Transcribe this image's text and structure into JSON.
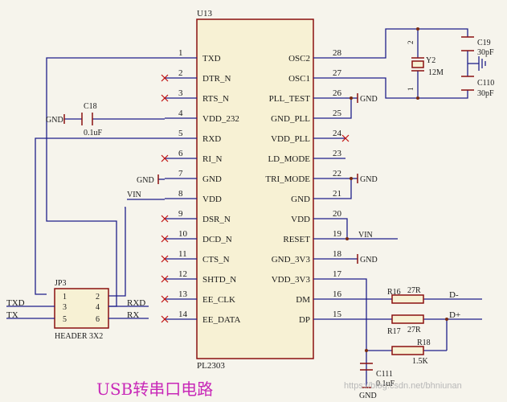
{
  "chip": {
    "ref": "U13",
    "part": "PL2303",
    "left_pins": [
      {
        "num": "1",
        "name": "TXD"
      },
      {
        "num": "2",
        "name": "DTR_N"
      },
      {
        "num": "3",
        "name": "RTS_N"
      },
      {
        "num": "4",
        "name": "VDD_232"
      },
      {
        "num": "5",
        "name": "RXD"
      },
      {
        "num": "6",
        "name": "RI_N"
      },
      {
        "num": "7",
        "name": "GND"
      },
      {
        "num": "8",
        "name": "VDD"
      },
      {
        "num": "9",
        "name": "DSR_N"
      },
      {
        "num": "10",
        "name": "DCD_N"
      },
      {
        "num": "11",
        "name": "CTS_N"
      },
      {
        "num": "12",
        "name": "SHTD_N"
      },
      {
        "num": "13",
        "name": "EE_CLK"
      },
      {
        "num": "14",
        "name": "EE_DATA"
      }
    ],
    "right_pins": [
      {
        "num": "28",
        "name": "OSC2"
      },
      {
        "num": "27",
        "name": "OSC1"
      },
      {
        "num": "26",
        "name": "PLL_TEST"
      },
      {
        "num": "25",
        "name": "GND_PLL"
      },
      {
        "num": "24",
        "name": "VDD_PLL"
      },
      {
        "num": "23",
        "name": "LD_MODE"
      },
      {
        "num": "22",
        "name": "TRI_MODE"
      },
      {
        "num": "21",
        "name": "GND"
      },
      {
        "num": "20",
        "name": "VDD"
      },
      {
        "num": "19",
        "name": "RESET"
      },
      {
        "num": "18",
        "name": "GND_3V3"
      },
      {
        "num": "17",
        "name": "VDD_3V3"
      },
      {
        "num": "16",
        "name": "DM"
      },
      {
        "num": "15",
        "name": "DP"
      }
    ]
  },
  "header": {
    "ref": "JP3",
    "name": "HEADER 3X2",
    "pins_left": [
      "1",
      "3",
      "5"
    ],
    "pins_right": [
      "2",
      "4",
      "6"
    ],
    "net_txd_left": "TXD",
    "net_tx_left": "TX",
    "net_rxd_right": "RXD",
    "net_rx_right": "RX"
  },
  "components": {
    "c18": {
      "ref": "C18",
      "value": "0.1uF"
    },
    "c19": {
      "ref": "C19",
      "value": "30pF"
    },
    "c110": {
      "ref": "C110",
      "value": "30pF"
    },
    "c111": {
      "ref": "C111",
      "value": "0.1uF"
    },
    "y2": {
      "ref": "Y2",
      "value": "12M",
      "pin_top": "2",
      "pin_bottom": "1"
    },
    "r16": {
      "ref": "R16",
      "value": "27R"
    },
    "r17": {
      "ref": "R17",
      "value": "27R"
    },
    "r18": {
      "ref": "R18",
      "value": "1.5K"
    }
  },
  "nets": {
    "gnd": "GND",
    "vin": "VIN",
    "dminus": "D-",
    "dplus": "D+"
  },
  "title": "USB转串口电路",
  "watermark": "https://blog.csdn.net/bhniunan"
}
